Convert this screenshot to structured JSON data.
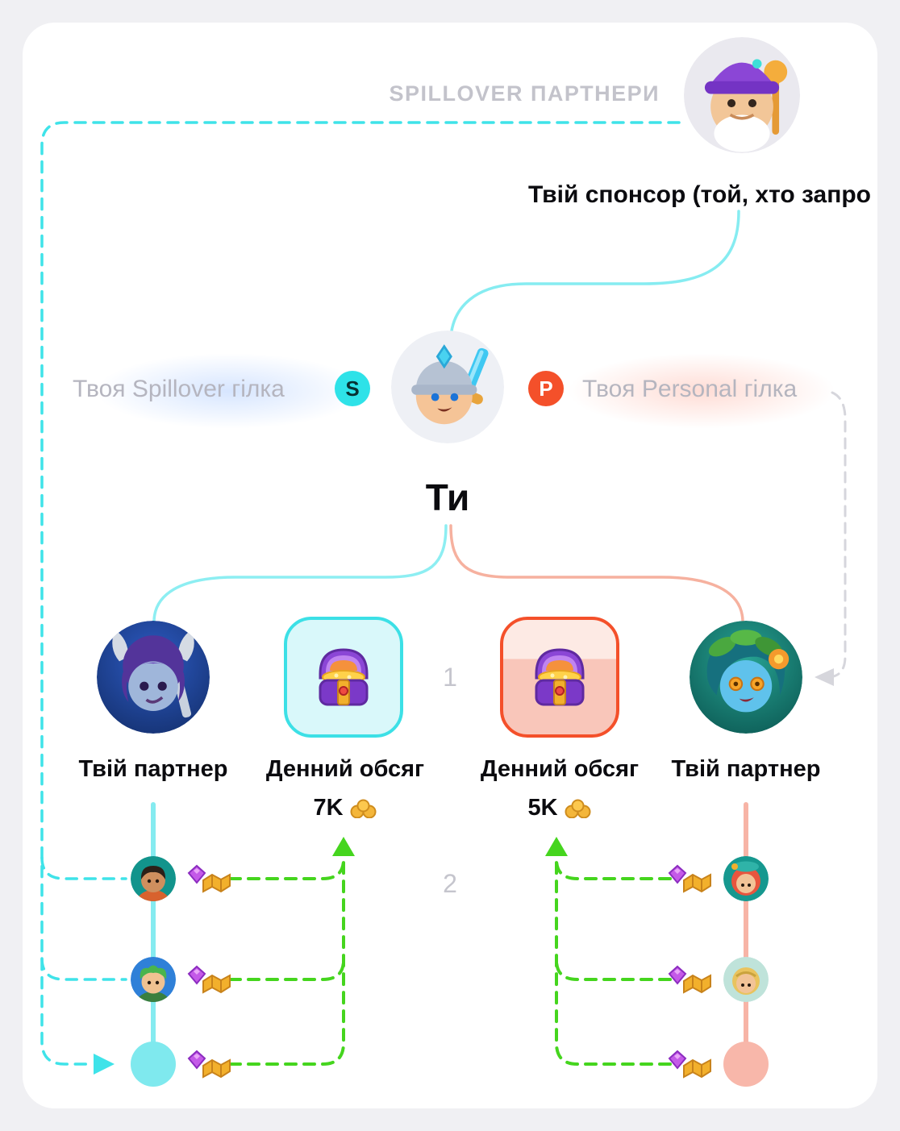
{
  "colors": {
    "cyan": "#3CE0E6",
    "cyan_light": "#85EBF0",
    "salmon": "#F7B4A6",
    "red_orange": "#F4502A",
    "green": "#45D51E",
    "muted_gray_text": "#C3C3CB",
    "dashed_gray": "#D6D6DC",
    "card_background": "#FFFFFF",
    "page_background": "#F0F0F3"
  },
  "header": {
    "spillover_partners": "SPILLOVER ПАРТНЕРИ",
    "sponsor_caption": "Твій спонсор (той, хто запро"
  },
  "you": {
    "spillover_branch_label": "Твоя Spillover гілка",
    "spillover_badge": "S",
    "personal_badge": "P",
    "personal_branch_label": "Твоя Personal гілка",
    "name": "Ти"
  },
  "left_branch": {
    "partner_label": "Твій партнер",
    "daily_volume_label": "Денний обсяг",
    "daily_volume_value": "7K"
  },
  "right_branch": {
    "daily_volume_label": "Денний обсяг",
    "daily_volume_value": "5K",
    "partner_label": "Твій партнер"
  },
  "steps": {
    "first": "1",
    "second": "2"
  },
  "icons": {
    "gold_icon": "gold-nuggets-icon",
    "reward_icon": "gem-and-map-icon",
    "chest_icon": "treasure-chest-icon"
  }
}
